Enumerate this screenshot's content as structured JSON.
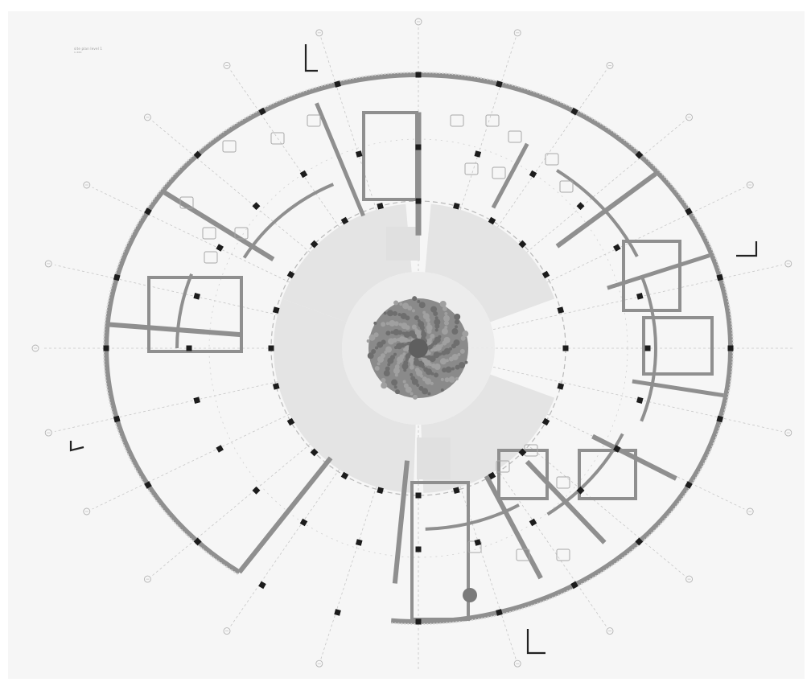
{
  "drawing": {
    "title": "site plan level 1",
    "scale": "1:200"
  },
  "colors": {
    "paper": "#f6f6f6",
    "grid_line": "#c6c6c6",
    "wall": "#8f8f8f",
    "wall_dark": "#555555",
    "column": "#1c1c1c",
    "courtyard_fill": "#e4e4e4",
    "tree_canopy": "#8a8a8a",
    "tree_core": "#5f5f5f",
    "furniture": "#a8a8a8"
  },
  "elements": {
    "outer_ring": "outer facade ring",
    "inner_ring": "inner gallery ring",
    "courtyard": "central courtyard",
    "central_tree": "central tree",
    "grid_bubbles": "radial grid axis markers",
    "section_markers": "section cut markers",
    "small_tree": "small tree"
  }
}
